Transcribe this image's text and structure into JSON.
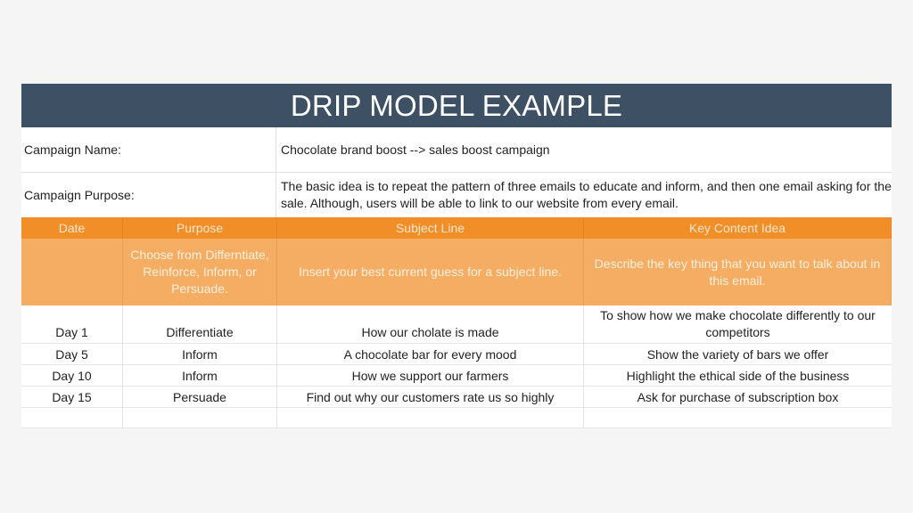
{
  "title": "DRIP MODEL EXAMPLE",
  "campaign": {
    "name_label": "Campaign Name:",
    "name_value": "Chocolate brand boost --> sales boost campaign",
    "purpose_label": "Campaign Purpose:",
    "purpose_value": "The basic idea is to repeat the pattern of three emails to educate and inform, and then one email asking for the sale. Although, users will be able to link to our website from every email."
  },
  "table": {
    "headers": [
      "Date",
      "Purpose",
      "Subject Line",
      "Key Content Idea"
    ],
    "instructions": [
      "",
      "Choose from Differntiate, Reinforce, Inform, or Persuade.",
      "Insert your best current guess for a subject line.",
      "Describe the key thing that you want to talk about in this email."
    ],
    "rows": [
      [
        "Day 1",
        "Differentiate",
        "How our cholate is made",
        "To show how we make chocolate differently to our competitors"
      ],
      [
        "Day 5",
        "Inform",
        "A chocolate bar for every mood",
        "Show the variety of bars we offer"
      ],
      [
        "Day 10",
        "Inform",
        "How we support our farmers",
        "Highlight the ethical side of the business"
      ],
      [
        "Day 15",
        "Persuade",
        "Find out why our customers rate us so highly",
        "Ask for purchase of subscription box"
      ],
      [
        "",
        "",
        "",
        ""
      ]
    ]
  },
  "colors": {
    "title_bg": "#3e5064",
    "header_bg": "#f28e27",
    "instruction_bg": "#f4ad62",
    "page_bg": "#f5f5f5"
  }
}
